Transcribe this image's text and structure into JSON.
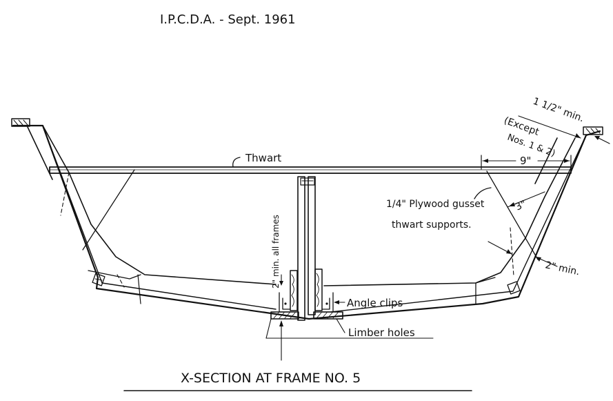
{
  "header": {
    "text": "I.P.C.D.A. - Sept. 1961"
  },
  "labels": {
    "thwart": "Thwart",
    "frame_min": "2\" min. all frames",
    "gusset_a": "1/4\" Plywood gusset",
    "gusset_b": "thwart supports.",
    "except_a": "(Except",
    "except_b": "Nos. 1 & 2)",
    "min_1half": "1 1/2\" min.",
    "dim_9": "9\"",
    "dim_3": "3\"",
    "dim_2min": "2\" min.",
    "angle_clips": "Angle clips",
    "limber_holes": "Limber holes"
  },
  "footer": {
    "title": "X-SECTION AT FRAME NO. 5"
  }
}
